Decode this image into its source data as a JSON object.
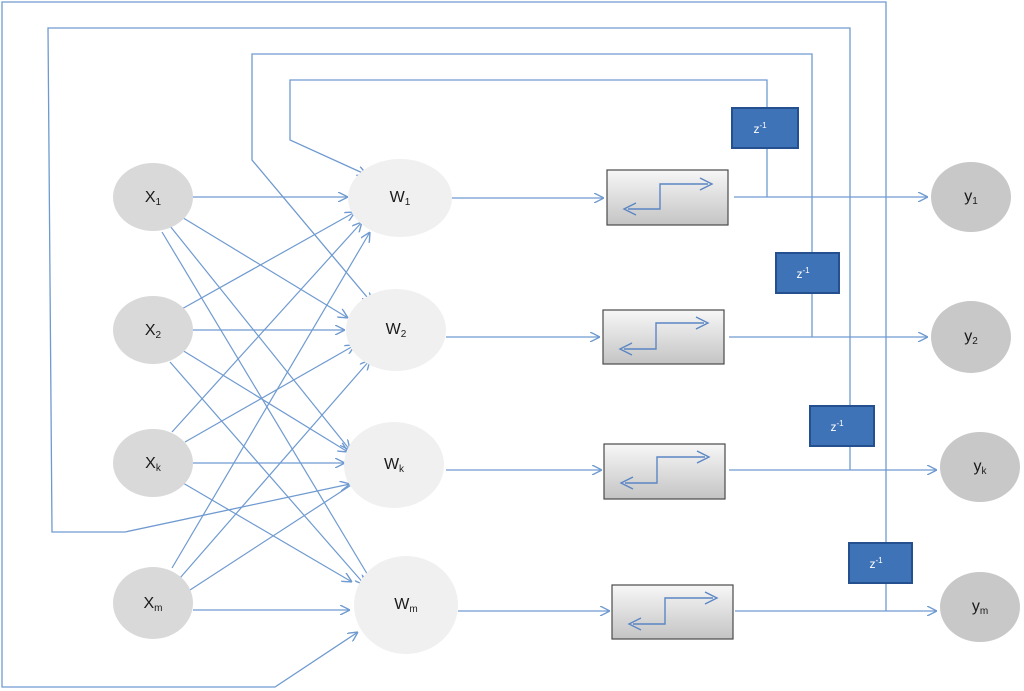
{
  "inputs": [
    {
      "base": "X",
      "sub": "1"
    },
    {
      "base": "X",
      "sub": "2"
    },
    {
      "base": "X",
      "sub": "k"
    },
    {
      "base": "X",
      "sub": "m"
    }
  ],
  "weights": [
    {
      "base": "W",
      "sub": "1"
    },
    {
      "base": "W",
      "sub": "2"
    },
    {
      "base": "W",
      "sub": "k"
    },
    {
      "base": "W",
      "sub": "m"
    }
  ],
  "outputs": [
    {
      "base": "y",
      "sub": "1"
    },
    {
      "base": "y",
      "sub": "2"
    },
    {
      "base": "y",
      "sub": "k"
    },
    {
      "base": "y",
      "sub": "m"
    }
  ],
  "delays": [
    {
      "base": "z",
      "sup": "-1"
    },
    {
      "base": "z",
      "sup": "-1"
    },
    {
      "base": "z",
      "sup": "-1"
    },
    {
      "base": "z",
      "sup": "-1"
    }
  ],
  "colors": {
    "link": "#6f9ad0",
    "delay_box": "#3f73b8",
    "input_node": "#d9d9d9",
    "weight_node": "#f0f0f0",
    "output_node": "#c8c8c8"
  }
}
